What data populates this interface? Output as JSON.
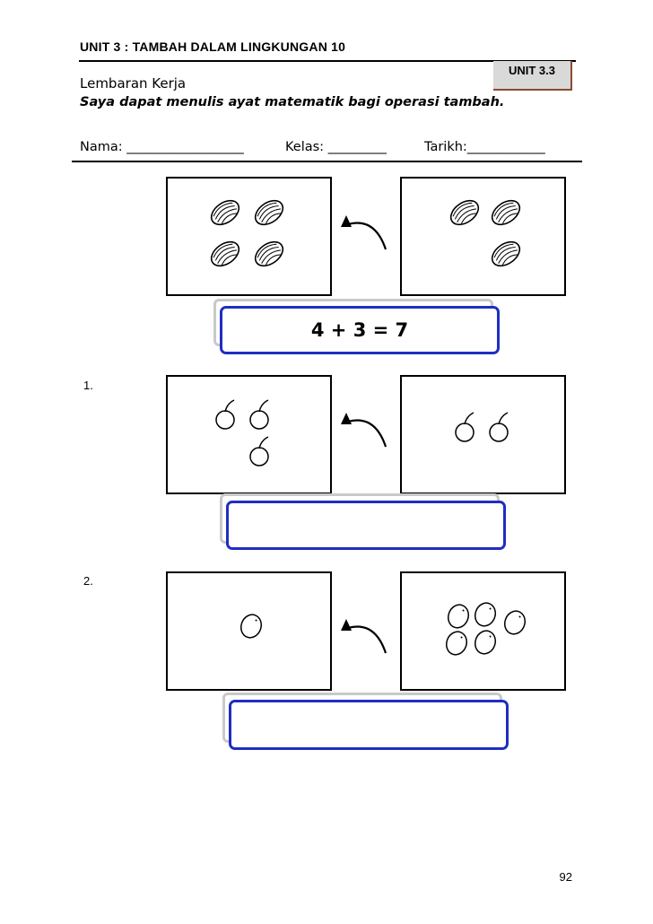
{
  "header": {
    "unit_title": "UNIT 3 : TAMBAH DALAM LINGKUNGAN 10",
    "unit_badge": "UNIT 3.3",
    "worksheet_label": "Lembaran Kerja",
    "objective": "Saya dapat menulis ayat matematik bagi operasi tambah."
  },
  "form": {
    "name": "Nama: __________________",
    "class": "Kelas: _________",
    "date": "Tarikh:____________"
  },
  "example": {
    "left_count": 4,
    "right_count": 3,
    "object_icon": "watermelon-icon",
    "answer": "4  +  3  =  7"
  },
  "questions": [
    {
      "number": "1.",
      "left_count": 3,
      "right_count": 2,
      "object_icon": "apple-icon",
      "answer": ""
    },
    {
      "number": "2.",
      "left_count": 1,
      "right_count": 5,
      "object_icon": "egg-icon",
      "answer": ""
    }
  ],
  "footer": {
    "page_number": "92"
  }
}
